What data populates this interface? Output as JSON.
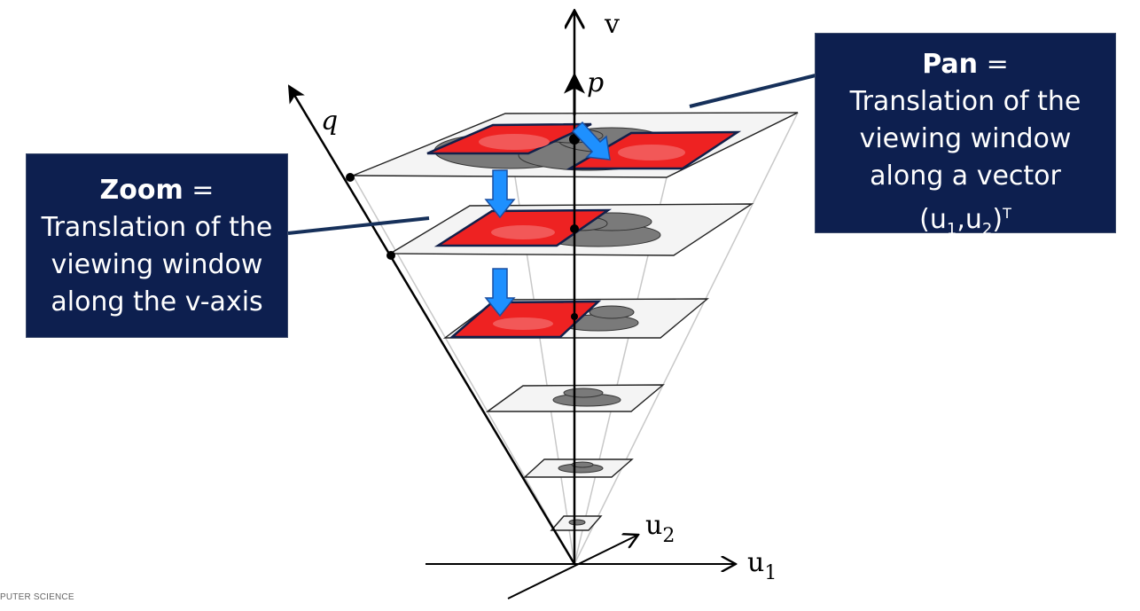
{
  "axes": {
    "v": "v",
    "p": "p",
    "q": "q",
    "u1": "u",
    "u1_sub": "1",
    "u2": "u",
    "u2_sub": "2"
  },
  "pan_box": {
    "term": "Pan",
    "equals": " =",
    "lines": [
      "Translation of the",
      "viewing window",
      "along a vector"
    ],
    "vector_open": "(u",
    "vector_sub1": "1",
    "vector_mid": ",u",
    "vector_sub2": "2",
    "vector_close": ")",
    "vector_sup": "T"
  },
  "zoom_box": {
    "term": "Zoom",
    "equals": " =",
    "lines": [
      "Translation of the",
      "viewing window",
      "along the v-axis"
    ]
  },
  "footer": {
    "text": "PUTER SCIENCE"
  },
  "colors": {
    "box_bg": "#0d1f4f",
    "window_red": "#ee2222",
    "blob_gray": "#7a7a7a",
    "arrow_blue": "#1e90ff",
    "connector": "#16305a"
  }
}
